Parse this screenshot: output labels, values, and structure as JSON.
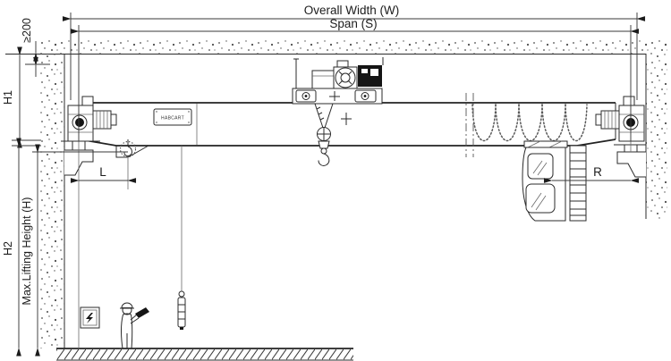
{
  "diagram": {
    "top_dimensions": {
      "overall_width": "Overall Width  (W)",
      "span": "Span   (S)"
    },
    "left_dimensions": {
      "clearance": "≥200",
      "h1": "H1",
      "h2": "H2",
      "max_lifting_height": "Max.Lifting Height  (H)"
    },
    "hook_approach_dimensions": {
      "left": "L",
      "right": "R"
    },
    "logo": "HABCART",
    "colors": {
      "line": "#2b2b2b",
      "background": "#ffffff",
      "concrete_stipple": "#4c4c4c"
    }
  }
}
